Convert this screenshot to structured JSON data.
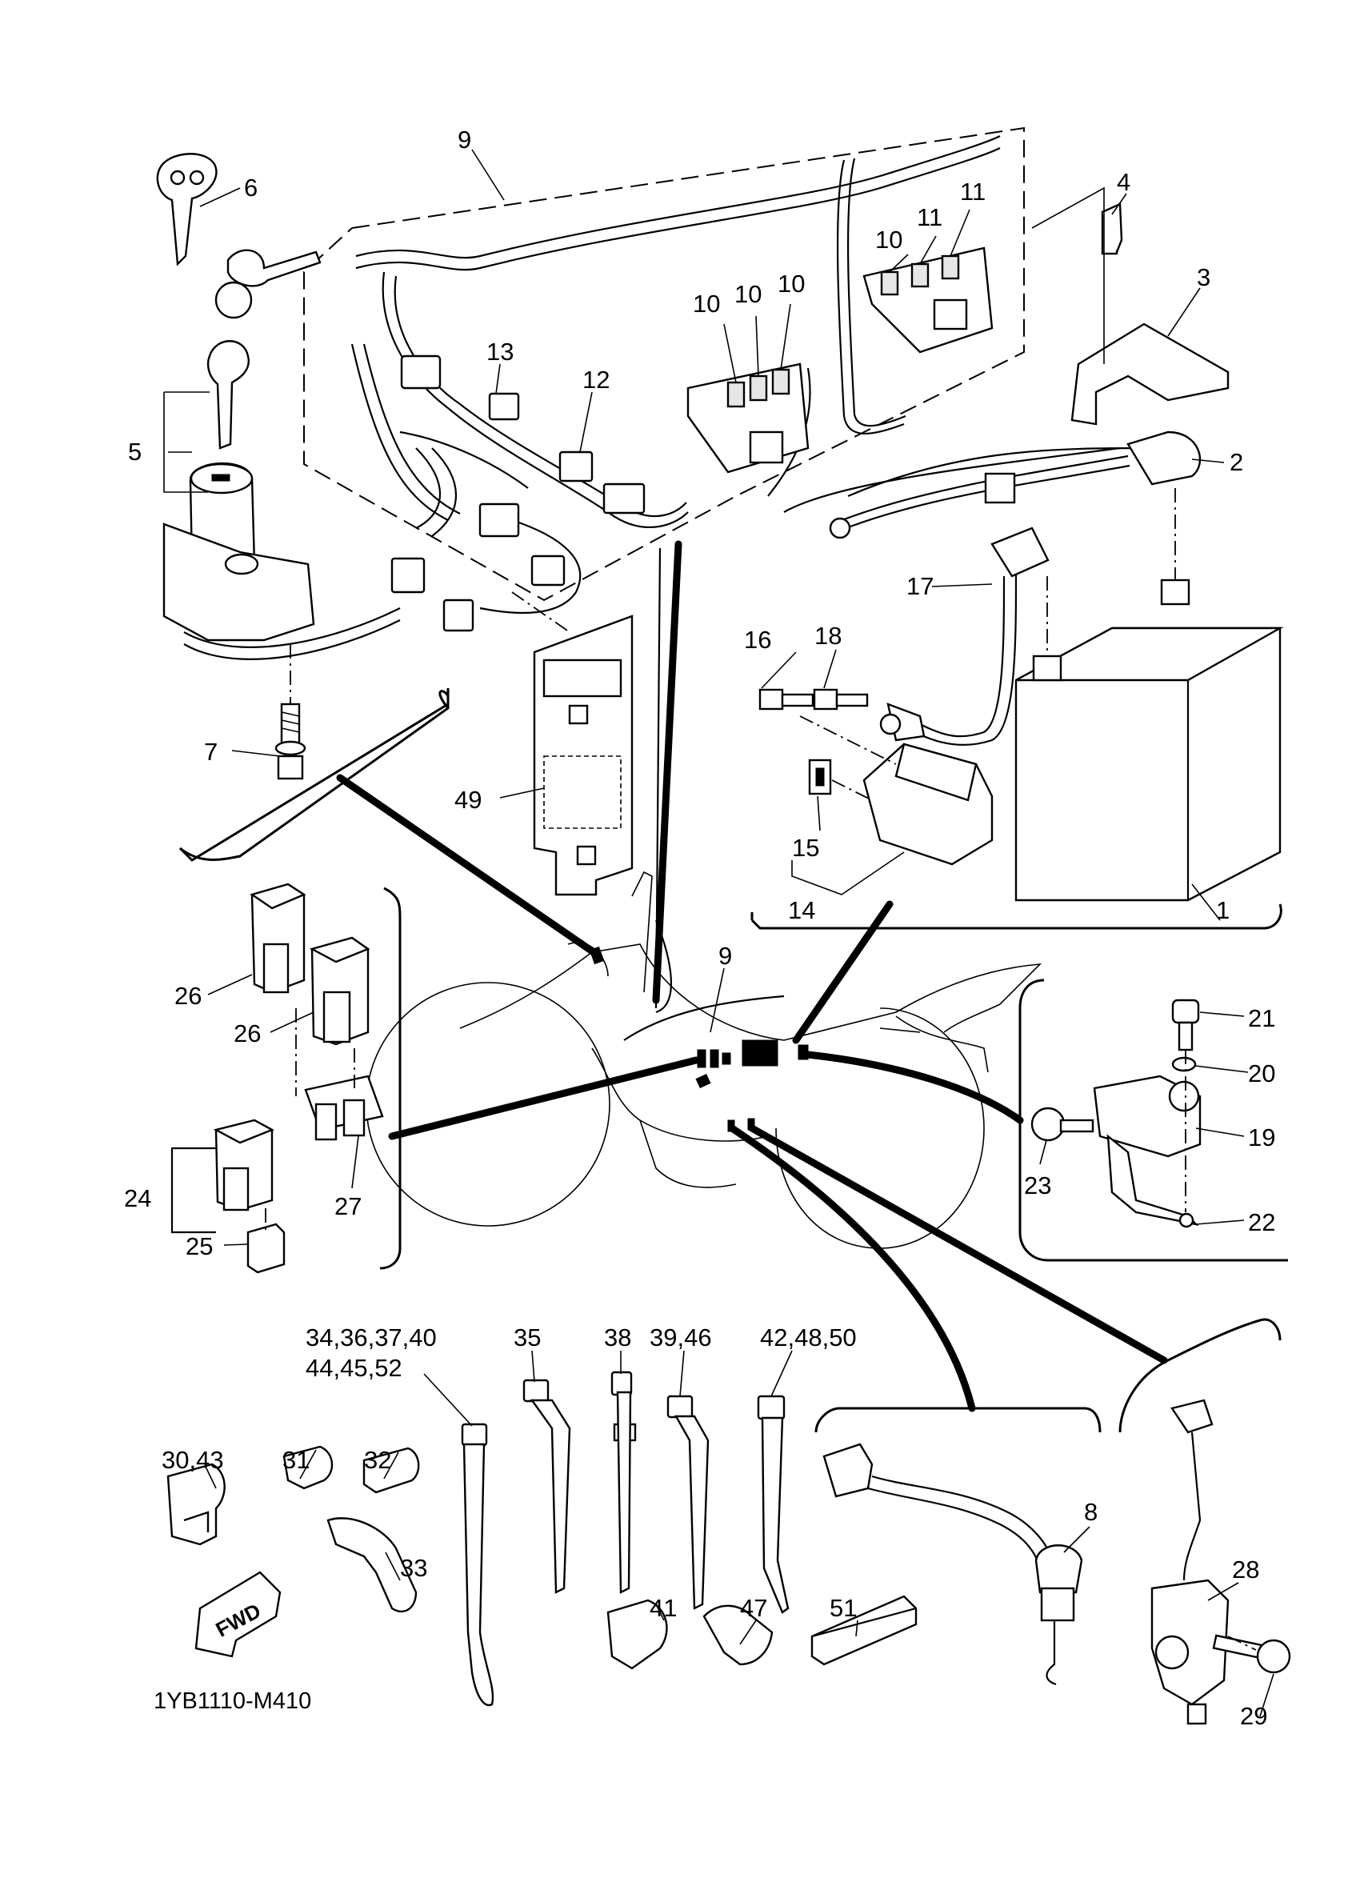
{
  "diagram": {
    "drawing_code": "1YB1110-M410",
    "direction_marker": "FWD",
    "callouts": {
      "c1": "1",
      "c2": "2",
      "c3": "3",
      "c4": "4",
      "c5": "5",
      "c6": "6",
      "c7": "7",
      "c8": "8",
      "c9a": "9",
      "c9b": "9",
      "c10a": "10",
      "c10b": "10",
      "c10c": "10",
      "c10d": "10",
      "c11a": "11",
      "c11b": "11",
      "c12": "12",
      "c13": "13",
      "c14": "14",
      "c15": "15",
      "c16": "16",
      "c17": "17",
      "c18": "18",
      "c19": "19",
      "c20": "20",
      "c21": "21",
      "c22": "22",
      "c23": "23",
      "c24": "24",
      "c25": "25",
      "c26a": "26",
      "c26b": "26",
      "c27": "27",
      "c28": "28",
      "c29": "29",
      "c30_43": "30,43",
      "c31": "31",
      "c32": "32",
      "c33": "33",
      "c34_40_line1": "34,36,37,40",
      "c34_40_line2": "44,45,52",
      "c35": "35",
      "c38": "38",
      "c39_46": "39,46",
      "c41": "41",
      "c42_48_50": "42,48,50",
      "c47": "47",
      "c49": "49",
      "c51": "51"
    }
  }
}
